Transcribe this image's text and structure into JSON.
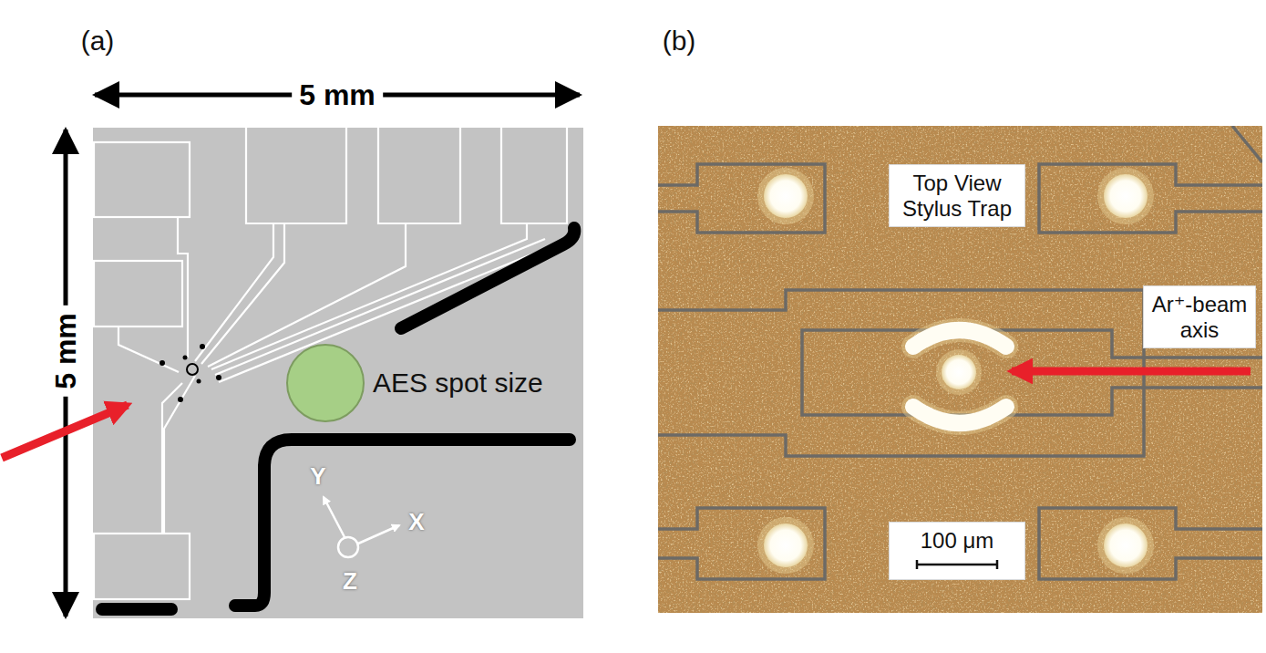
{
  "diagram": {
    "nodes": [
      {
        "text": [
          "AES spot size"
        ]
      },
      {
        "text": [
          "Top View Stylus Trap"
        ]
      },
      {
        "text": [
          "Ar⁺-beam axis"
        ]
      },
      {
        "text": [
          "100 μm"
        ]
      }
    ],
    "labels": [
      "(a)",
      "(b)",
      "5 mm",
      "5 mm",
      "Y",
      "X",
      "Z"
    ]
  }
}
